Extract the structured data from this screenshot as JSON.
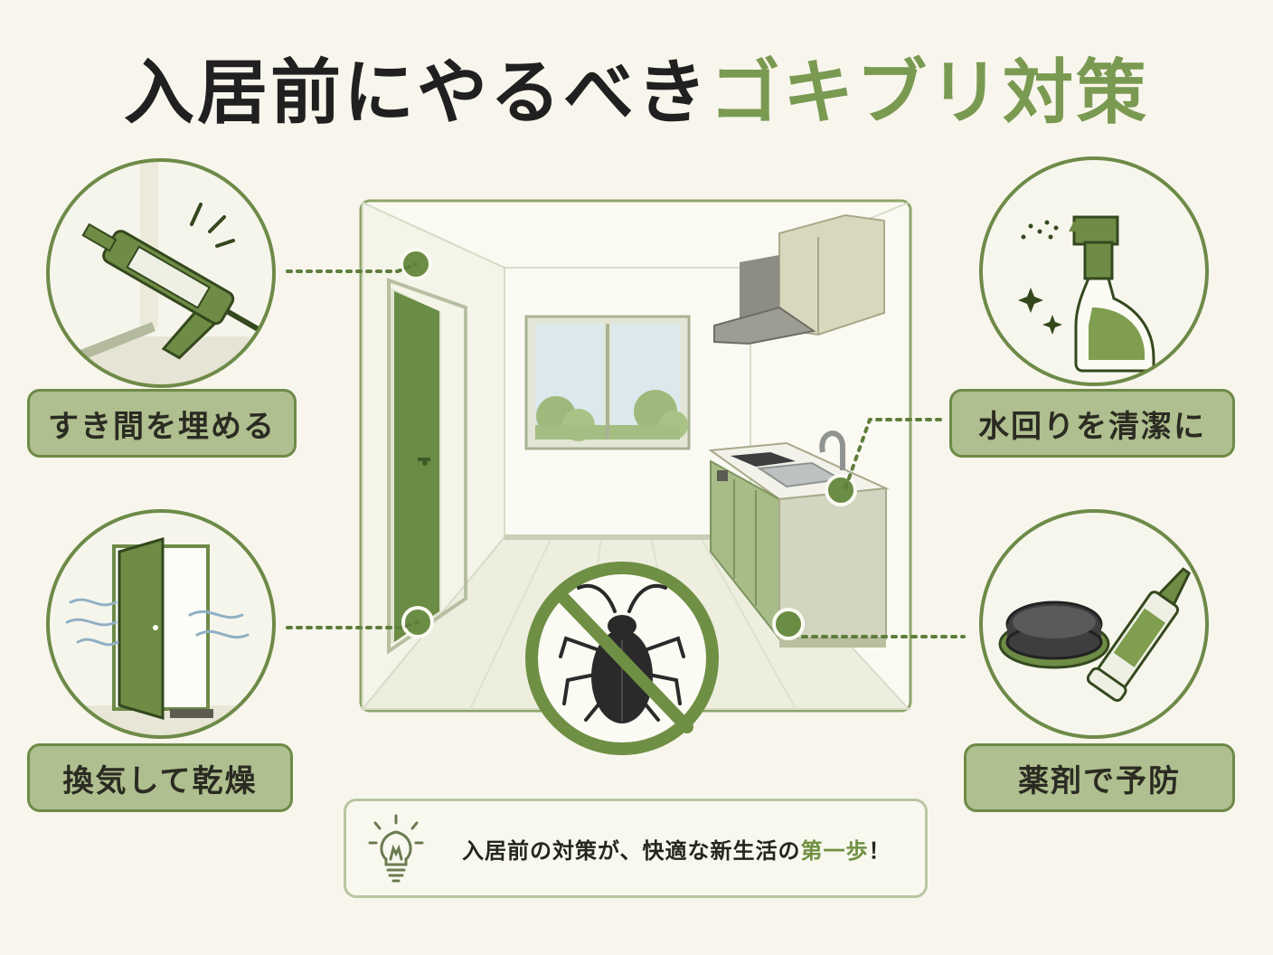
{
  "title": {
    "part1": "入居前にやるべき",
    "part2": "ゴキブリ対策"
  },
  "measures": [
    {
      "label": "すき間を埋める"
    },
    {
      "label": "水回りを清潔に"
    },
    {
      "label": "換気して乾燥"
    },
    {
      "label": "薬剤で予防"
    }
  ],
  "footer": {
    "text_before": "入居前の対策が、快適な新生活の",
    "highlight": "第一歩",
    "text_after": "！"
  },
  "colors": {
    "accent": "#7a9a52",
    "background": "#f8f6ec",
    "label_bg": "#afbf8f",
    "dark": "#202020"
  },
  "icons": [
    "caulking-gun-icon",
    "spray-bottle-icon",
    "open-door-icon",
    "bait-trap-icon",
    "gel-tube-icon",
    "no-cockroach-icon",
    "light-bulb-icon"
  ]
}
